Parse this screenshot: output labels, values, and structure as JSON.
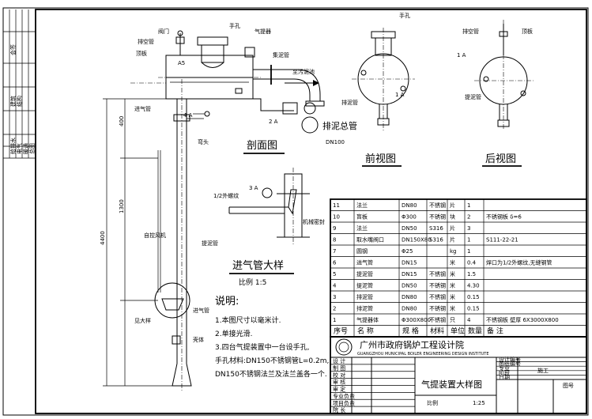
{
  "views": {
    "section": {
      "title": "剖面图"
    },
    "front": {
      "title": "前视图"
    },
    "rear": {
      "title": "后视图"
    },
    "detail": {
      "title": "进气管大样",
      "scale": "比例  1:5"
    }
  },
  "labels": {
    "top_valve": "阀门",
    "handhole": "手孔",
    "vent": "排空管",
    "top_plate": "顶板",
    "gas_collector": "气提器",
    "a5": "A5",
    "to_sludge": "至污泥池",
    "collect_pipe": "集泥管",
    "drain_main": "排泥总管",
    "dn100": "DN100",
    "air_inlet": "进气管",
    "elbow": "弯头",
    "r_air": "自控风机",
    "lift_pipe": "提泥管",
    "air_hole": "见大样",
    "air_pipe2": "进气管",
    "shell": "壳体",
    "thread": "1/2外螺纹",
    "seal": "机械密封",
    "f_handhole": "手孔",
    "f_drain": "排泥管",
    "r_vent": "排空管",
    "r_top": "顶板",
    "r_drain": "提泥管",
    "dim_upper": "400",
    "dim_mid": "1300",
    "dim_total": "4400",
    "ref_a": "A",
    "ref_1": "1",
    "ref_3a": "3 A",
    "ref_1a": "1 A",
    "ref_4a": "4 A",
    "ref_2a": "2 A"
  },
  "notes": {
    "heading": "说明:",
    "items": [
      "1.本图尺寸以毫米计.",
      "2.单接光滑.",
      "3.四台气提装置中一台设手孔,",
      "   手孔材料:DN150不锈钢管L=0.2m,",
      "   DN150不锈钢法兰及法兰盖各一个."
    ]
  },
  "bom": {
    "headers": [
      "序号",
      "名  称",
      "规  格",
      "材料",
      "单位",
      "数量",
      "备  注"
    ],
    "rows": [
      [
        "11",
        "法兰",
        "DN80",
        "不锈钢",
        "片",
        "1",
        ""
      ],
      [
        "10",
        "盲板",
        "Φ300",
        "不锈钢",
        "块",
        "2",
        "不锈钢板 δ=6"
      ],
      [
        "9",
        "法兰",
        "DN50",
        "S316",
        "片",
        "3",
        ""
      ],
      [
        "8",
        "取水嘴阀口",
        "DN150X80",
        "S316",
        "片",
        "1",
        "S111-22-21"
      ],
      [
        "7",
        "圆钢",
        "Φ25",
        "",
        "kg",
        "1",
        ""
      ],
      [
        "6",
        "进气管",
        "DN15",
        "",
        "米",
        "0.4",
        "焊口为1/2外螺纹,无缝钢管"
      ],
      [
        "5",
        "提泥管",
        "DN15",
        "不锈钢",
        "米",
        "1.5",
        ""
      ],
      [
        "4",
        "提泥管",
        "DN50",
        "不锈钢",
        "米",
        "4.30",
        ""
      ],
      [
        "3",
        "排泥管",
        "DN80",
        "不锈钢",
        "米",
        "0.15",
        ""
      ],
      [
        "2",
        "排泥管",
        "DN80",
        "不锈钢",
        "米",
        "0.15",
        ""
      ],
      [
        "1",
        "气提器体",
        "Φ300X800",
        "不锈钢",
        "只",
        "4",
        "不锈钢板 壁厚 6X3000X800"
      ]
    ]
  },
  "title_block": {
    "institute": "广州市政府锅炉工程设计院",
    "institute_en": "GUANGZHOU MUNICIPAL BOILER ENGINEERING DESIGN INSTITUTE",
    "drawing_name": "气提装置大样图",
    "left_rows": [
      "设 计",
      "制 图",
      "校 对",
      "审 核",
      "审 定",
      "专业负责",
      "项目负责",
      "院 长"
    ],
    "right_rows": [
      "设计编号",
      "图纸编号",
      "专业",
      "阶段",
      "日期"
    ],
    "discipline": "施工",
    "scale": "比例",
    "scale_val": "1:25",
    "sheet": "图号"
  },
  "margin_strip": {
    "items": [
      "会签",
      "建筑",
      "结构",
      "给排水",
      "电气",
      "暖通",
      "总图"
    ]
  }
}
